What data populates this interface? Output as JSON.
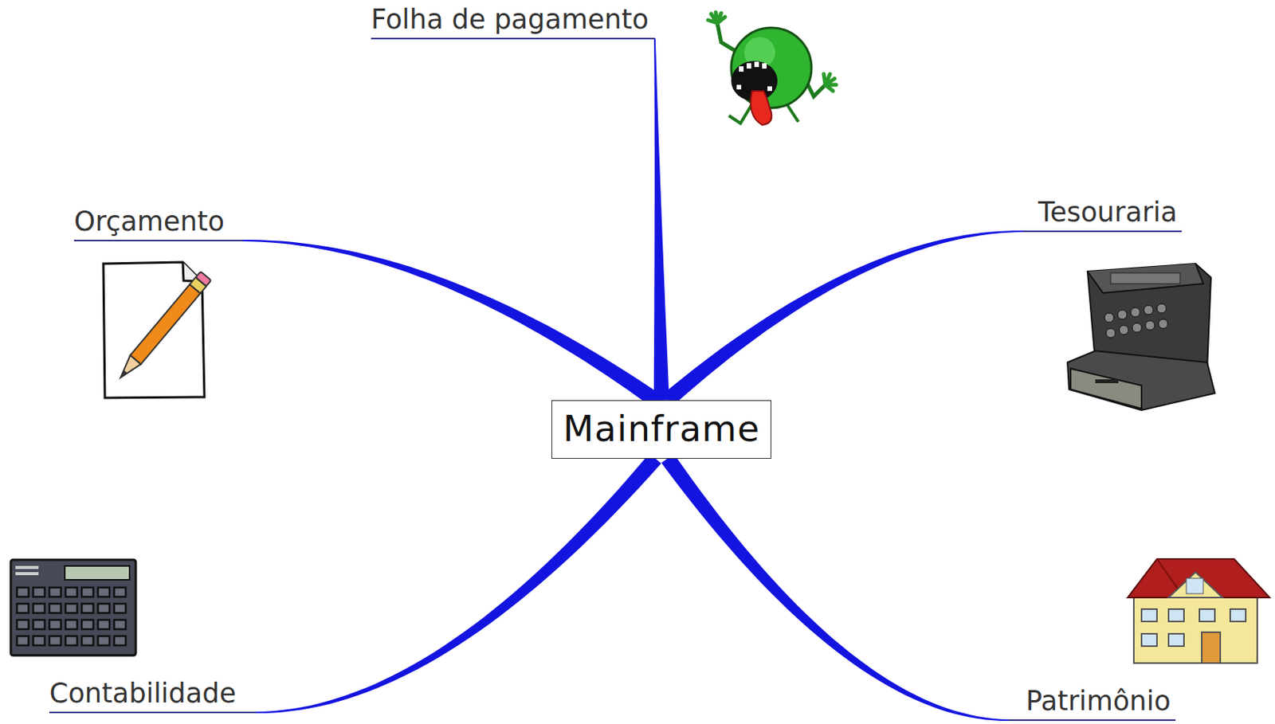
{
  "diagram": {
    "nodes": [
      {
        "text": [
          "Folha de pagamento"
        ]
      },
      {
        "text": [
          "Orçamento"
        ]
      },
      {
        "text": [
          "Tesouraria"
        ]
      },
      {
        "text": [
          "Mainframe"
        ]
      },
      {
        "text": [
          "Contabilidade"
        ]
      },
      {
        "text": [
          "Patrimônio"
        ]
      }
    ],
    "edges": [
      {
        "from": 3,
        "to": 0,
        "arrow": "none"
      },
      {
        "from": 3,
        "to": 1,
        "arrow": "none"
      },
      {
        "from": 3,
        "to": 2,
        "arrow": "none"
      },
      {
        "from": 3,
        "to": 4,
        "arrow": "none"
      },
      {
        "from": 3,
        "to": 5,
        "arrow": "none"
      }
    ]
  }
}
